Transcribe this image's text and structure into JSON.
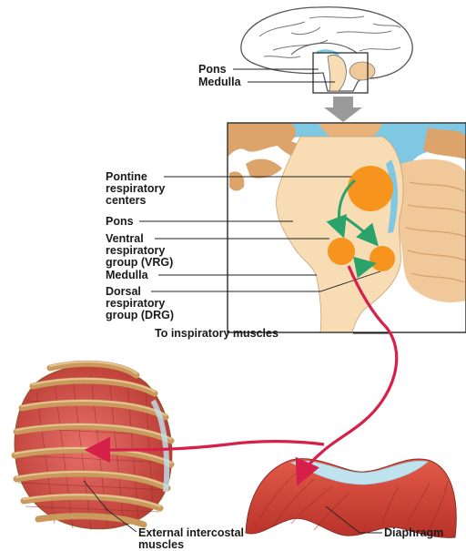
{
  "labels": {
    "pons_top": "Pons",
    "medulla_top": "Medulla",
    "pontine_1": "Pontine",
    "pontine_2": "respiratory",
    "pontine_3": "centers",
    "pons_mid": "Pons",
    "vrg_1": "Ventral",
    "vrg_2": "respiratory",
    "vrg_3": "group (VRG)",
    "medulla_mid": "Medulla",
    "drg_1": "Dorsal",
    "drg_2": "respiratory",
    "drg_3": "group (DRG)",
    "to_inspiratory": "To inspiratory muscles",
    "intercostal_1": "External intercostal",
    "intercostal_2": "muscles",
    "diaphragm": "Diaphragm"
  },
  "colors": {
    "brainstem": "#f7dcb4",
    "cerebellum": "#f1c89a",
    "cortex_tan": "#dca36b",
    "csf_blue": "#7ec8e3",
    "center_orange": "#f7941d",
    "center_arrow_green": "#2aa36b",
    "nerve_red": "#d6204a",
    "muscle_red": "#d9463b",
    "rib_tan": "#c99a5b",
    "zoom_arrow": "#9a9a9a"
  }
}
